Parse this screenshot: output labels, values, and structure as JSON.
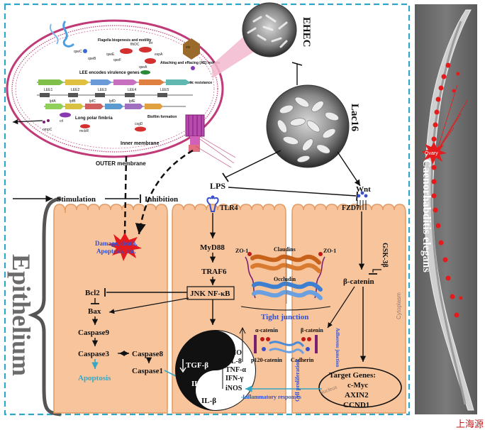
{
  "worm": {
    "title": "Caenorhabditis elegans",
    "ovary_label": "Ovary"
  },
  "bacteria": {
    "ehec": "EHEC",
    "lac6": "Lac16",
    "membrane_outer": "OUTER membrane",
    "membrane_inner": "Inner membrane",
    "lee_title": "LEE encodes virulence genes",
    "flagella": "Flagella biogenesis and motility",
    "attaching": "Attaching and effacing (AE) lesions",
    "antibiotic": "Antibiotic resistance",
    "fimbria": "Long polar fimbria",
    "biofilm": "Biofilm formation",
    "small_labels": [
      "qseC",
      "qseB",
      "flhDC",
      "ler",
      "qseE",
      "qseF",
      "espA",
      "stx",
      "qseA",
      "LEE1",
      "LEE2",
      "LEE3",
      "LEE4",
      "LEE5",
      "lpfA",
      "lpfB",
      "lpfC",
      "lpfD",
      "lpfE",
      "crl",
      "csgD",
      "mcbR",
      "ompC"
    ]
  },
  "legend": {
    "stimulation": "Stimulation",
    "inhibition": "Inhibition"
  },
  "epithelium": {
    "label": "Epithelium",
    "cytoplasm": "Cytoplasm",
    "nucleus": "Nucleus"
  },
  "signals": {
    "lps": "LPS",
    "wnt": "Wnt",
    "tlr4": "TLR4",
    "fzd7": "FZD7",
    "myd88": "MyD88",
    "traf6": "TRAF6",
    "jnk_nfkb": "JNK  NF-κB",
    "gsk3b": "GSK-3β",
    "beta_catenin": "β-catenin"
  },
  "apoptosis": {
    "damage": "Damage, death, Apoptosis, etc.",
    "bcl2": "Bcl2",
    "bax": "Bax",
    "caspase9": "Caspase9",
    "caspase3": "Caspase3",
    "caspase8": "Caspase8",
    "caspase1": "Caspase1",
    "apoptosis": "Apoptosis"
  },
  "junction": {
    "zo1_left": "ZO-1",
    "zo1_right": "ZO-1",
    "claudins": "Claudins",
    "occludin": "Occludin",
    "tight": "Tight junction",
    "alpha_catenin": "α-catenin",
    "beta_catenin": "β-catenin",
    "p120": "p120-catenin",
    "cadherin": "Cadherin",
    "adherens": "Adherens junction"
  },
  "cytokines": {
    "tgfb": "TGF-β",
    "il6": "IL-6",
    "il1b": "IL-β",
    "no": "NO",
    "il8": "IL-8",
    "tnfa": "TNF-α",
    "ifng": "IFN-γ",
    "inos": "iNOS",
    "inflammatory": "Inflammatory responses"
  },
  "target": {
    "title": "Target Genes:",
    "genes": [
      "c-Myc",
      "AXIN2",
      "CCND1"
    ],
    "proliferation": "Cell proliferation"
  },
  "colors": {
    "cell_fill": "#f7c49c",
    "cell_stroke": "#e29a62",
    "dashed_border": "#2fa6c8",
    "worm_bg": "#6e6e6e",
    "accent_red": "#e41a1c",
    "label_blue": "#2f4fd6",
    "claudin": "#c8611a",
    "occludin": "#3f7fd0",
    "membrane": "#c03a78"
  },
  "corner_mark": "上海源"
}
